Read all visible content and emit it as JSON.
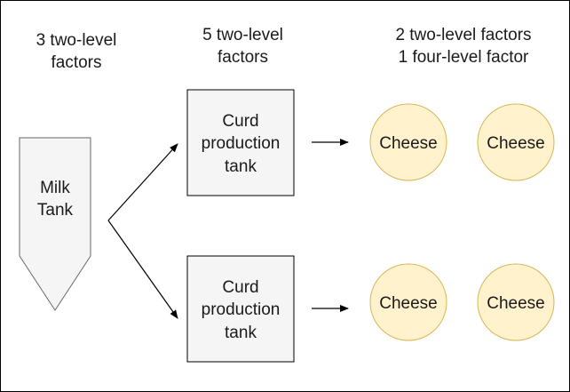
{
  "labels": {
    "milk_stage": [
      "3 two-level",
      "factors"
    ],
    "curd_stage": [
      "5 two-level",
      "factors"
    ],
    "cheese_stage": [
      "2 two-level factors",
      "1 four-level factor"
    ]
  },
  "milk_tank": {
    "lines": [
      "Milk",
      "Tank"
    ]
  },
  "curd_tanks": [
    {
      "lines": [
        "Curd",
        "production",
        "tank"
      ]
    },
    {
      "lines": [
        "Curd",
        "production",
        "tank"
      ]
    }
  ],
  "cheeses": [
    {
      "label": "Cheese"
    },
    {
      "label": "Cheese"
    },
    {
      "label": "Cheese"
    },
    {
      "label": "Cheese"
    }
  ],
  "colors": {
    "tank_fill": "#f5f5f5",
    "cheese_fill": "#fff2cc",
    "cheese_stroke": "#d6b656",
    "stroke": "#000000"
  }
}
